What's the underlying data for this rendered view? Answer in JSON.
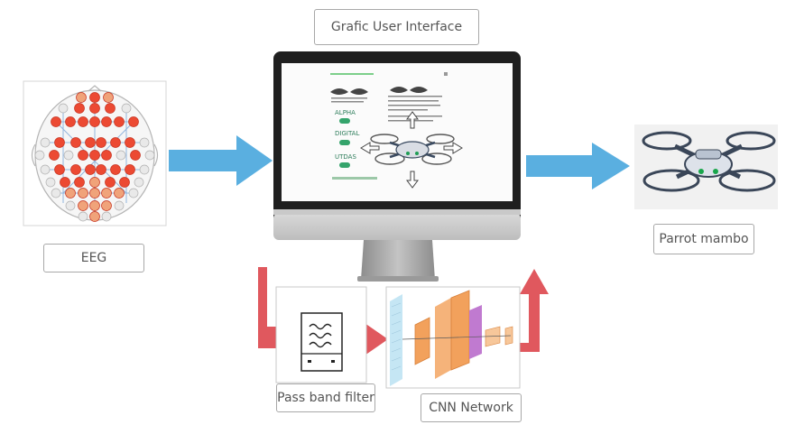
{
  "labels": {
    "gui": "Grafic User Interface",
    "eeg": "EEG",
    "drone": "Parrot mambo",
    "filter": "Pass band filter",
    "cnn": "CNN Network"
  },
  "screen": {
    "modes": [
      "ALPHA",
      "DIGITAL",
      "UTDAS"
    ]
  },
  "colors": {
    "blue_arrow": "#5aafe0",
    "red_arrow": "#e0585e",
    "electrode_red": "#ec4a33",
    "electrode_orange": "#f0a37a",
    "electrode_grey": "#e9e9e9",
    "cnn_orange": "#f2a15c",
    "cnn_purple": "#c07ad0",
    "monitor_frame": "#1f1f1f",
    "monitor_stand": "#a9a9a9"
  }
}
